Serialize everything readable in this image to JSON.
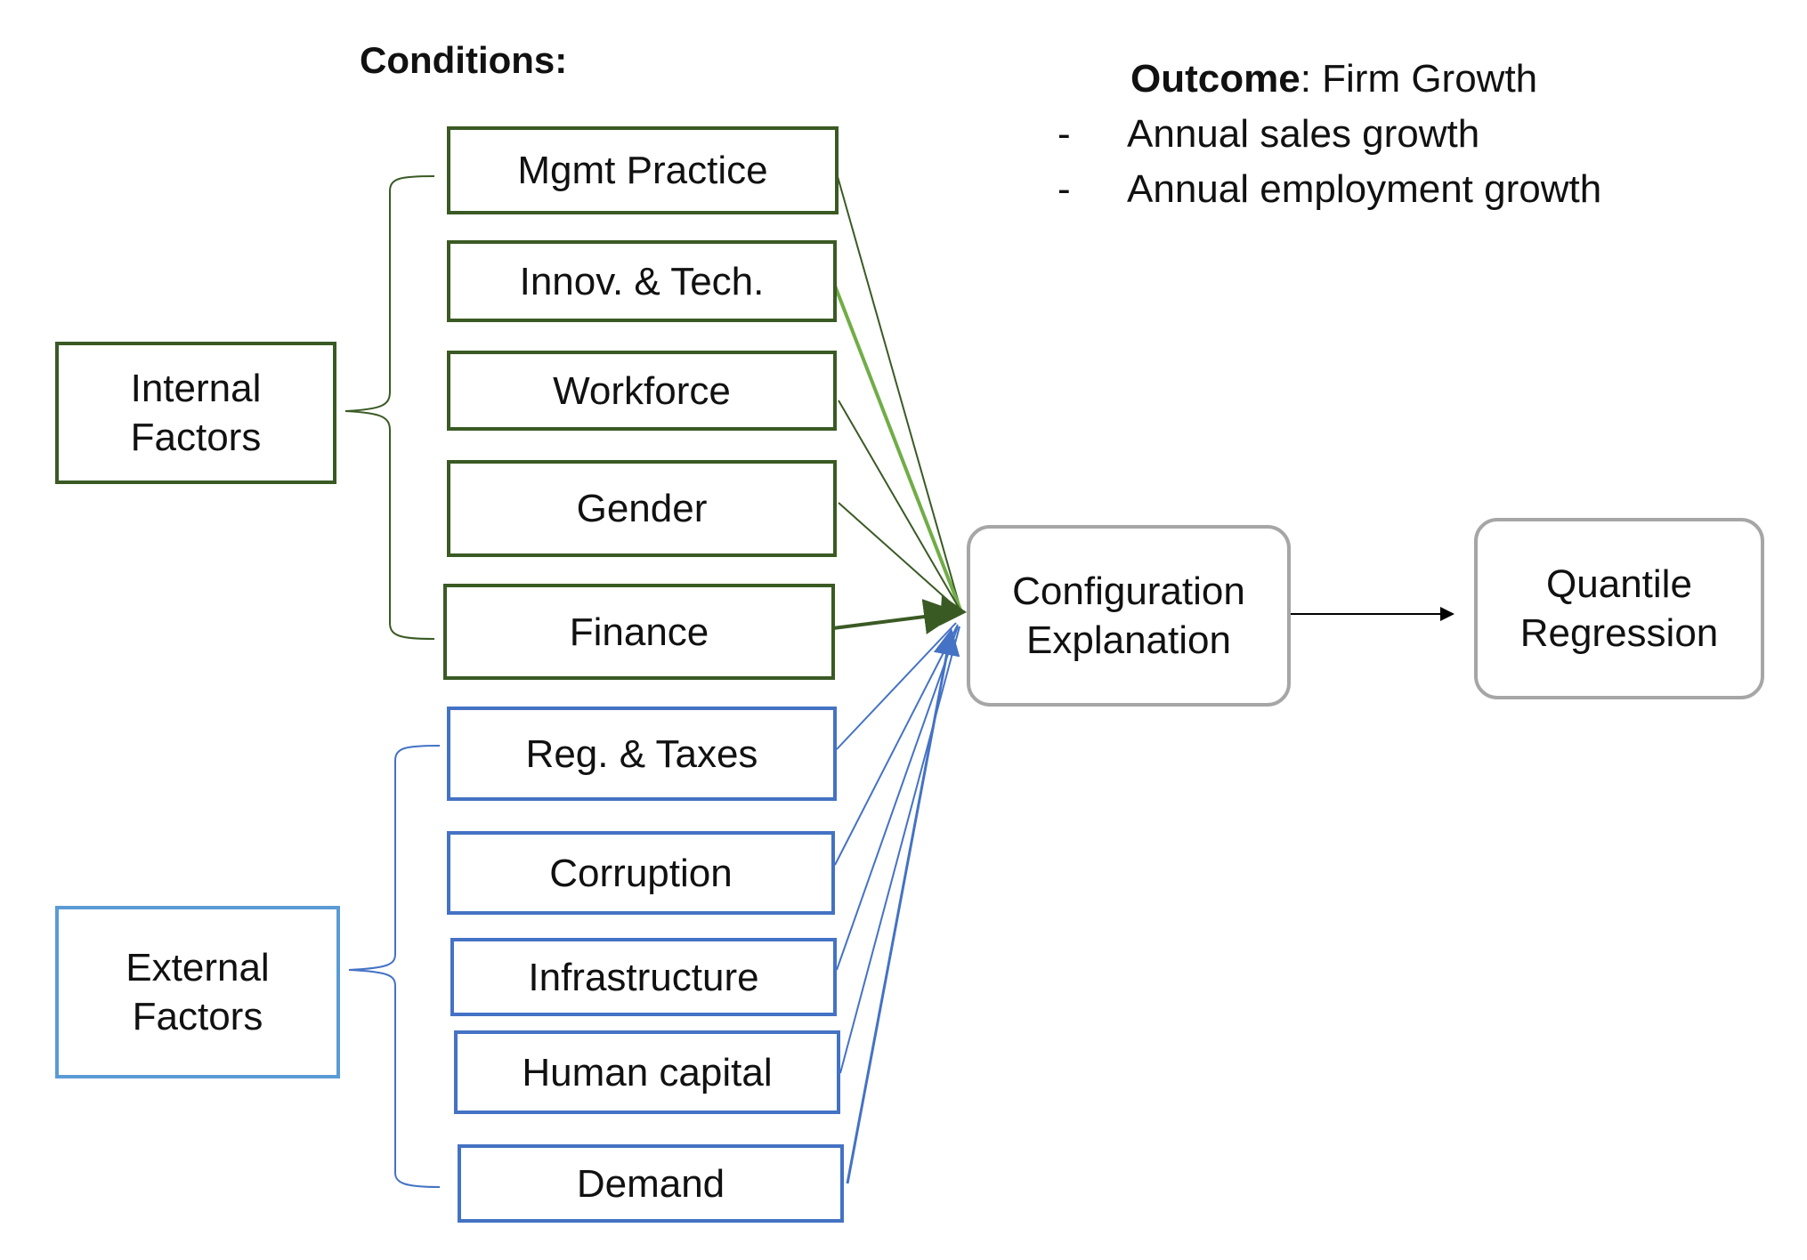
{
  "conditions_heading": "Conditions:",
  "outcome": {
    "label": "Outcome",
    "value": ": Firm Growth",
    "bullets": [
      {
        "dash": "-",
        "text": "Annual sales growth"
      },
      {
        "dash": "-",
        "text": "Annual employment growth"
      }
    ]
  },
  "internal": {
    "line1": "Internal",
    "line2": "Factors",
    "items": [
      "Mgmt Practice",
      "Innov. & Tech.",
      "Workforce",
      "Gender",
      "Finance"
    ]
  },
  "external": {
    "line1": "External",
    "line2": "Factors",
    "items": [
      "Reg. & Taxes",
      "Corruption",
      "Infrastructure",
      "Human capital",
      "Demand"
    ]
  },
  "configuration": {
    "line1": "Configuration",
    "line2": "Explanation"
  },
  "regression": {
    "line1": "Quantile",
    "line2": "Regression"
  },
  "colors": {
    "internal": "#3a5a24",
    "internal_highlight": "#70ad47",
    "external": "#4472c4",
    "external_group": "#5b9bd5",
    "node": "#a6a6a6"
  }
}
